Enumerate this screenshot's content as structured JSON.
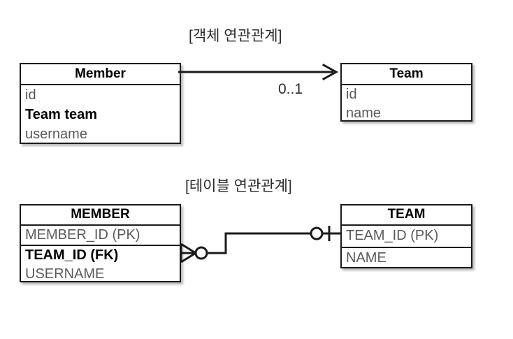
{
  "diagram": {
    "background_color": "#ffffff",
    "line_color": "#1b1b1b",
    "attribute_text_color": "#5a5a5a",
    "sections": {
      "object": {
        "caption": "[객체 연관관계]",
        "multiplicity_label": "0..1",
        "relation_type": "directed-association-arrow",
        "source": {
          "title": "Member",
          "attributes": [
            {
              "name": "id",
              "bold": false
            },
            {
              "name": "Team team",
              "bold": true
            },
            {
              "name": "username",
              "bold": false
            }
          ]
        },
        "target": {
          "title": "Team",
          "attributes": [
            {
              "name": "id",
              "bold": false
            },
            {
              "name": "name",
              "bold": false
            }
          ]
        }
      },
      "table": {
        "caption": "[테이블 연관관계]",
        "relation_type": "crows-foot-many-to-one",
        "source": {
          "title": "MEMBER",
          "key_attribute": "MEMBER_ID (PK)",
          "attributes": [
            {
              "name": "TEAM_ID (FK)",
              "bold": true
            },
            {
              "name": "USERNAME",
              "bold": false
            }
          ]
        },
        "target": {
          "title": "TEAM",
          "key_attribute": "TEAM_ID (PK)",
          "attributes": [
            {
              "name": "NAME",
              "bold": false
            }
          ]
        }
      }
    }
  }
}
